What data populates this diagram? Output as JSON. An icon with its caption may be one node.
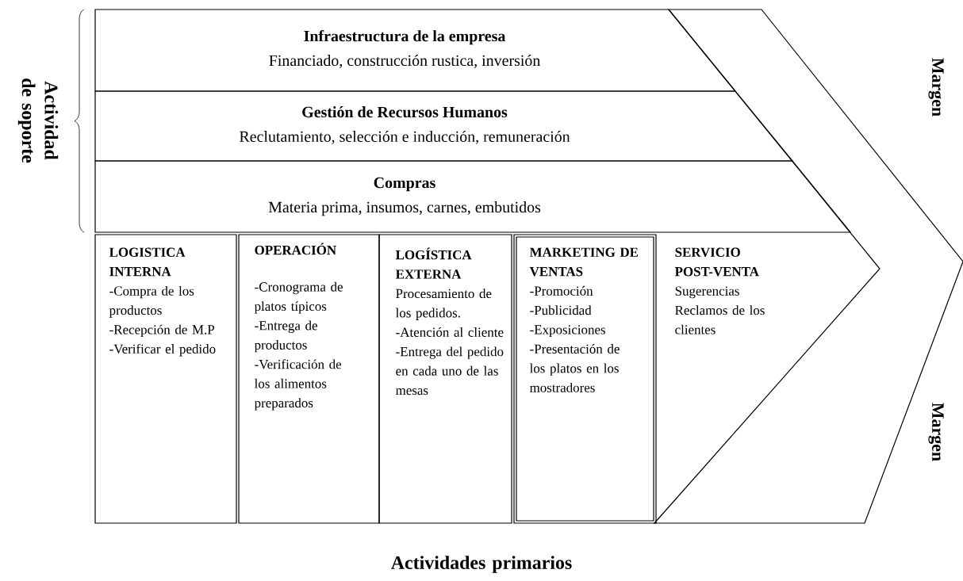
{
  "diagram": {
    "nodes": [
      {
        "text": [
          "Infraestructura de la empresa",
          "Financiado, construcción rustica, inversión"
        ]
      },
      {
        "text": [
          "Gestión de Recursos Humanos",
          "Reclutamiento, selección e inducción, remuneración"
        ]
      },
      {
        "text": [
          "Compras",
          "Materia prima, insumos, carnes, embutidos"
        ]
      },
      {
        "text": [
          "LOGISTICA INTERNA",
          "-Compra de los productos",
          "-Recepción de M.P",
          "-Verificar el pedido"
        ]
      },
      {
        "text": [
          "OPERACIÓN",
          "-Cronograma de platos típicos",
          "-Entrega de productos",
          "-Verificación de los alimentos preparados"
        ]
      },
      {
        "text": [
          "LOGÍSTICA EXTERNA",
          "Procesamiento de los pedidos.",
          "-Atención al cliente",
          "-Entrega del pedido en cada uno de las mesas"
        ]
      },
      {
        "text": [
          "MARKETING DE VENTAS",
          "-Promoción",
          "-Publicidad",
          "-Exposiciones",
          "-Presentación de los platos en los mostradores"
        ]
      },
      {
        "text": [
          "SERVICIO POST-VENTA",
          "Sugerencias",
          "Reclamos de los clientes"
        ]
      }
    ],
    "labels": [
      "Actividad de soporte",
      "Margen",
      "Margen",
      "Actividades primarios"
    ]
  }
}
